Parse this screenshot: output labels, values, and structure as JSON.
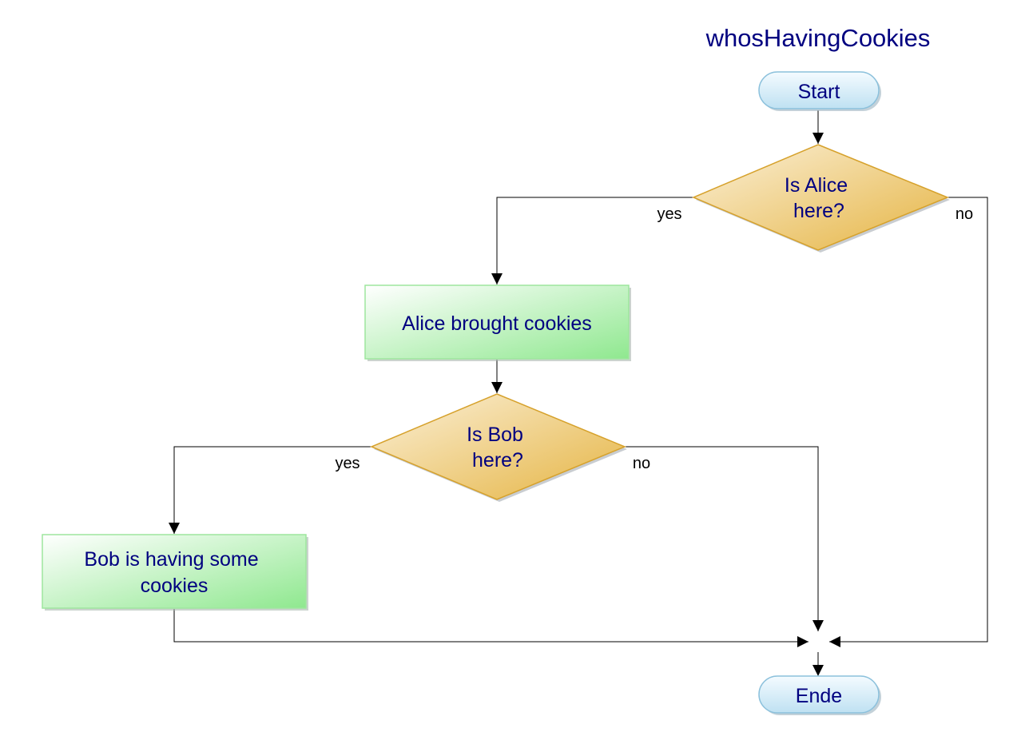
{
  "title": "whosHavingCookies",
  "nodes": {
    "start": "Start",
    "decision_alice": [
      "Is Alice",
      "here?"
    ],
    "process_alice": "Alice brought cookies",
    "decision_bob": [
      "Is Bob",
      "here?"
    ],
    "process_bob": [
      "Bob is having some",
      "cookies"
    ],
    "end": "Ende"
  },
  "edge_labels": {
    "alice_yes": "yes",
    "alice_no": "no",
    "bob_yes": "yes",
    "bob_no": "no"
  },
  "colors": {
    "text": "#000080",
    "terminal_fill": "#cfe8f5",
    "terminal_border": "#7fb7d6",
    "decision_fill": "#e8b94c",
    "decision_border": "#d6a12b",
    "process_fill": "#a8eea8",
    "process_border": "#8fe08f",
    "edge": "#000000"
  }
}
